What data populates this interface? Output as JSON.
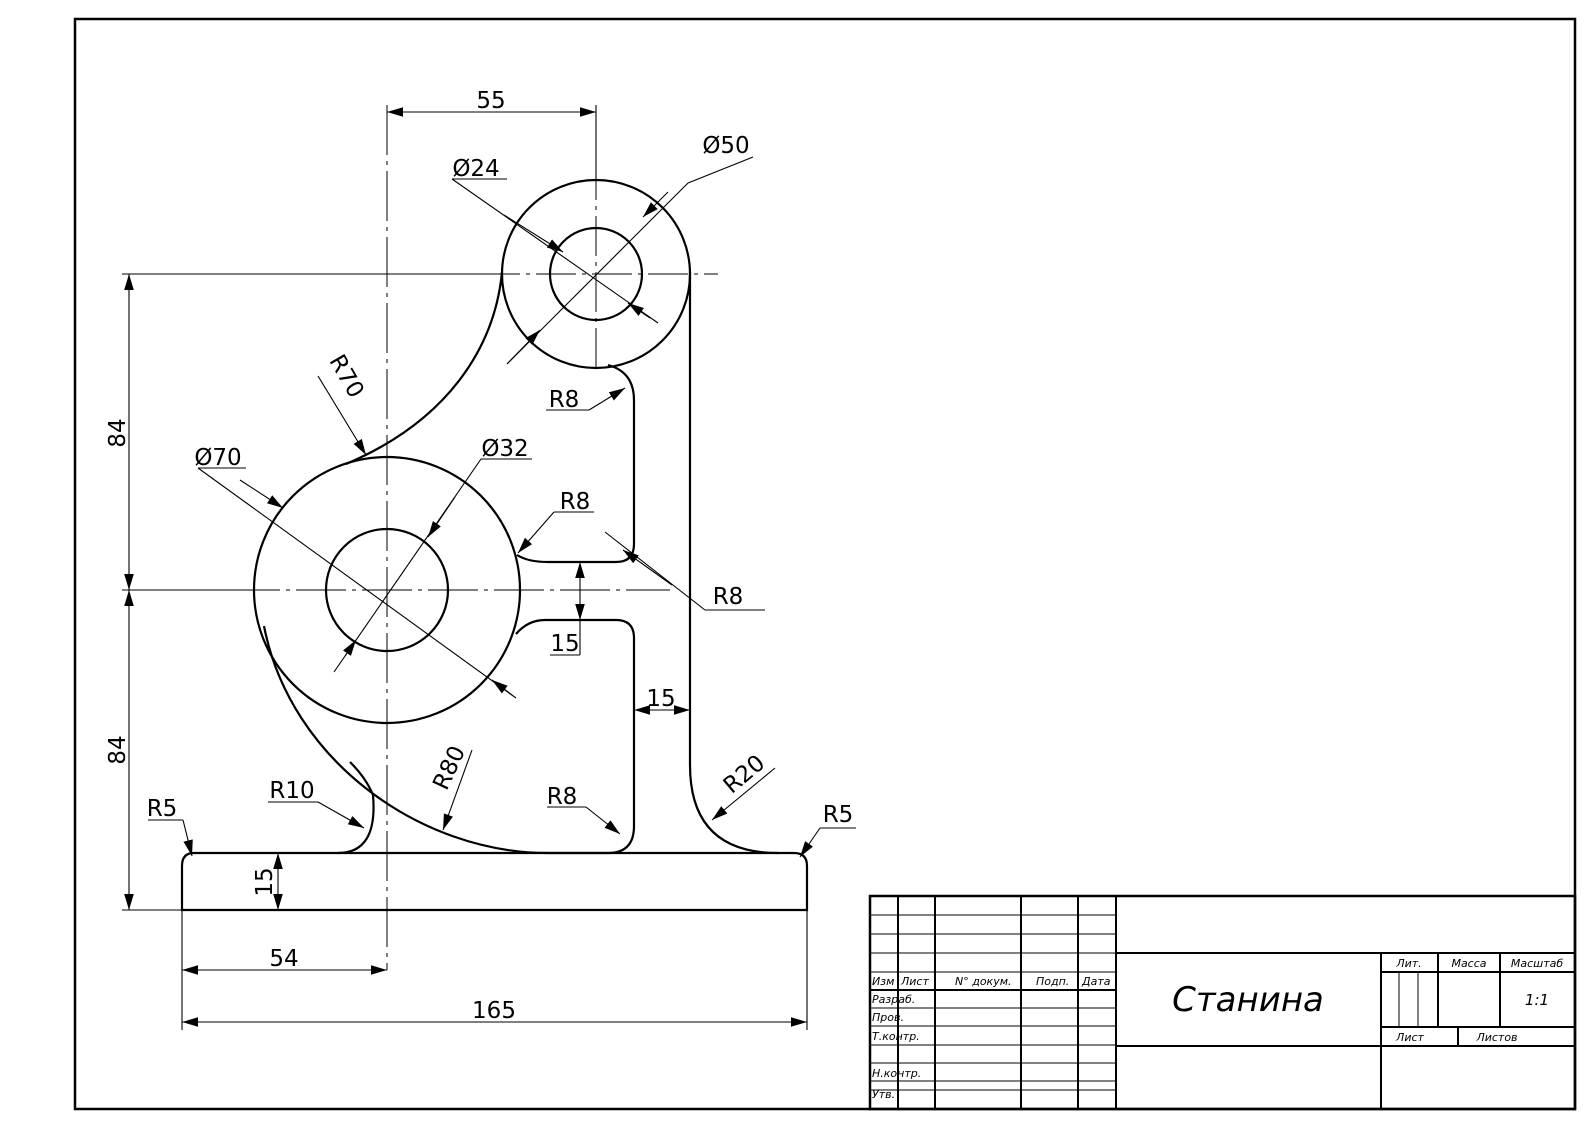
{
  "drawing": {
    "dimensions": {
      "top_55": "55",
      "d24": "Ø24",
      "d50": "Ø50",
      "r70": "R70",
      "v84_upper": "84",
      "v84_lower": "84",
      "r8_upper": "R8",
      "d70": "Ø70",
      "d32": "Ø32",
      "r8_mid": "R8",
      "r8_right": "R8",
      "h15_slot": "15",
      "h15_web": "15",
      "r80": "R80",
      "r20": "R20",
      "r10": "R10",
      "r8_lower": "R8",
      "r5_left": "R5",
      "r5_right": "R5",
      "base_15": "15",
      "width_54": "54",
      "width_165": "165"
    }
  },
  "title_block": {
    "headers": {
      "izm": "Изм",
      "list": "Лист",
      "doc_no": "N° докум.",
      "sign": "Подп.",
      "date": "Дата"
    },
    "rows": {
      "razrab": "Разраб.",
      "prov": "Пров.",
      "tkontr": "Т.контр.",
      "nkontr": "Н.контр.",
      "utv": "Утв."
    },
    "title": "Станина",
    "lit": "Лит.",
    "massa": "Масса",
    "masshtab": "Масштаб",
    "scale": "1:1",
    "sheet": "Лист",
    "sheets": "Листов"
  }
}
